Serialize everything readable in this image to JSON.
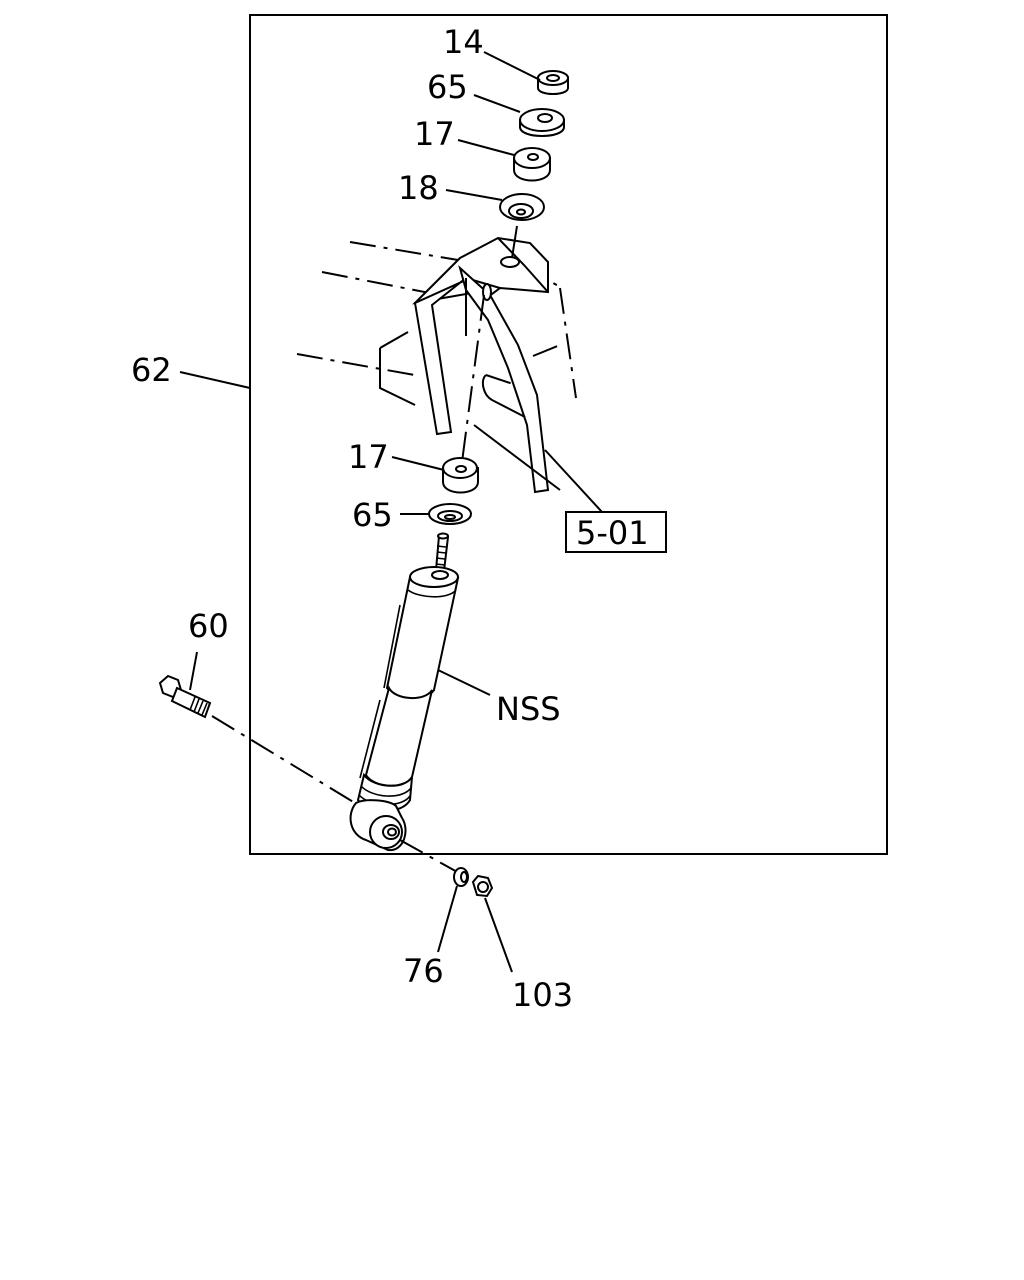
{
  "diagram": {
    "labels": {
      "l14": "14",
      "l65_top": "65",
      "l17_top": "17",
      "l18": "18",
      "l62": "62",
      "l17_mid": "17",
      "l65_mid": "65",
      "l501": "5-01",
      "l60": "60",
      "lnss": "NSS",
      "l76": "76",
      "l103": "103"
    }
  }
}
